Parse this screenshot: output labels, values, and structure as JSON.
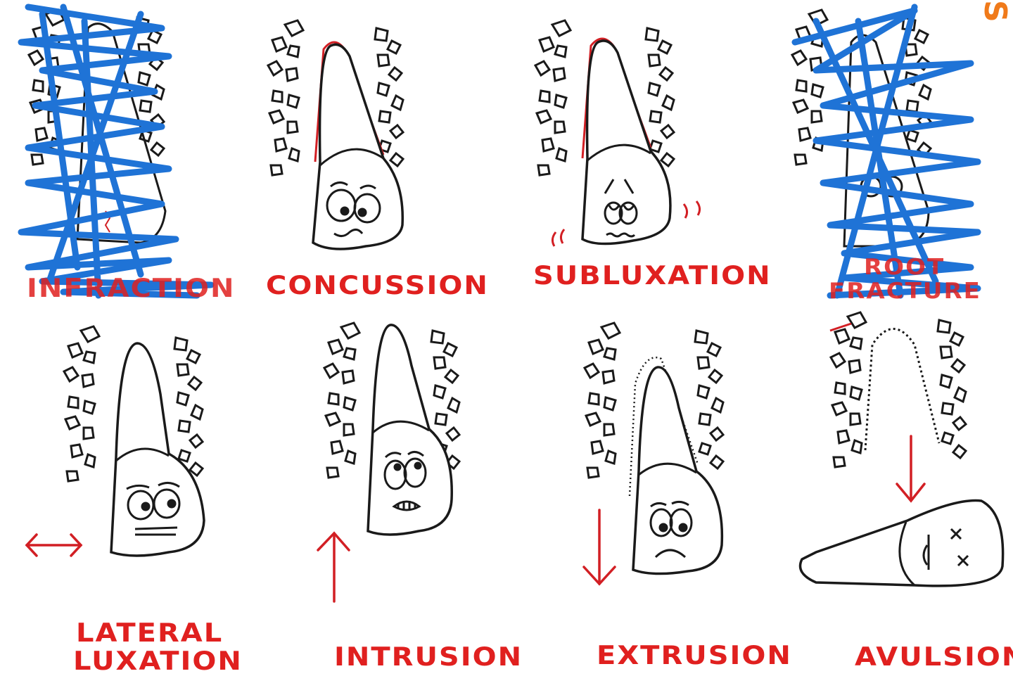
{
  "colors": {
    "ink": "#1a1a1a",
    "ligament_red": "#d21f24",
    "label_red": "#e0201f",
    "scribble_blue": "#1f73d6",
    "corner_orange": "#f07a1a"
  },
  "corner_text": "S",
  "panels": [
    {
      "id": "infraction",
      "label": "INFRACTION",
      "expression": "hidden",
      "scribbled": true
    },
    {
      "id": "concussion",
      "label": "CONCUSSION",
      "expression": "dizzy"
    },
    {
      "id": "subluxation",
      "label": "SUBLUXATION",
      "expression": "wobbly"
    },
    {
      "id": "root-fracture",
      "label_line1": "ROOT",
      "label_line2": "FRACTURE",
      "expression": "hidden",
      "scribbled": true
    },
    {
      "id": "lateral-luxation",
      "label_line1": "LATERAL",
      "label_line2": "LUXATION",
      "expression": "tense",
      "arrow": "horizontal-double"
    },
    {
      "id": "intrusion",
      "label": "INTRUSION",
      "expression": "scared",
      "arrow": "up"
    },
    {
      "id": "extrusion",
      "label": "EXTRUSION",
      "expression": "sad",
      "arrow": "down"
    },
    {
      "id": "avulsion",
      "label": "AVULSION",
      "expression": "knocked-out",
      "arrow": "down"
    }
  ]
}
